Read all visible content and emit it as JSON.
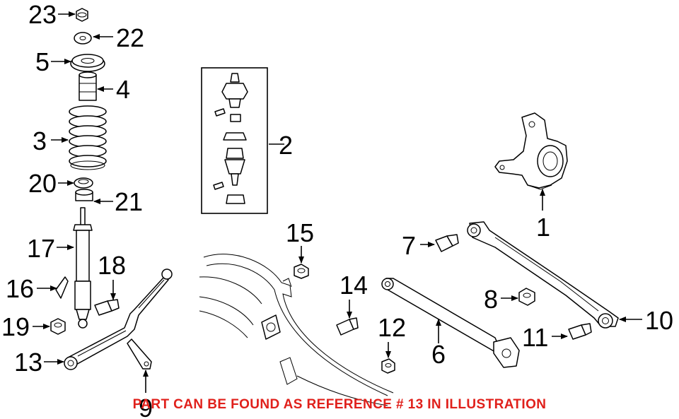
{
  "note": {
    "text": "PART CAN BE FOUND AS REFERENCE # 13 IN ILLUSTRATION",
    "color": "#e0201b"
  },
  "callouts": {
    "c1": "1",
    "c2": "2",
    "c3": "3",
    "c4": "4",
    "c5": "5",
    "c6": "6",
    "c7": "7",
    "c8": "8",
    "c9": "9",
    "c10": "10",
    "c11": "11",
    "c12": "12",
    "c13": "13",
    "c14": "14",
    "c15": "15",
    "c16": "16",
    "c17": "17",
    "c18": "18",
    "c19": "19",
    "c20": "20",
    "c21": "21",
    "c22": "22",
    "c23": "23"
  }
}
